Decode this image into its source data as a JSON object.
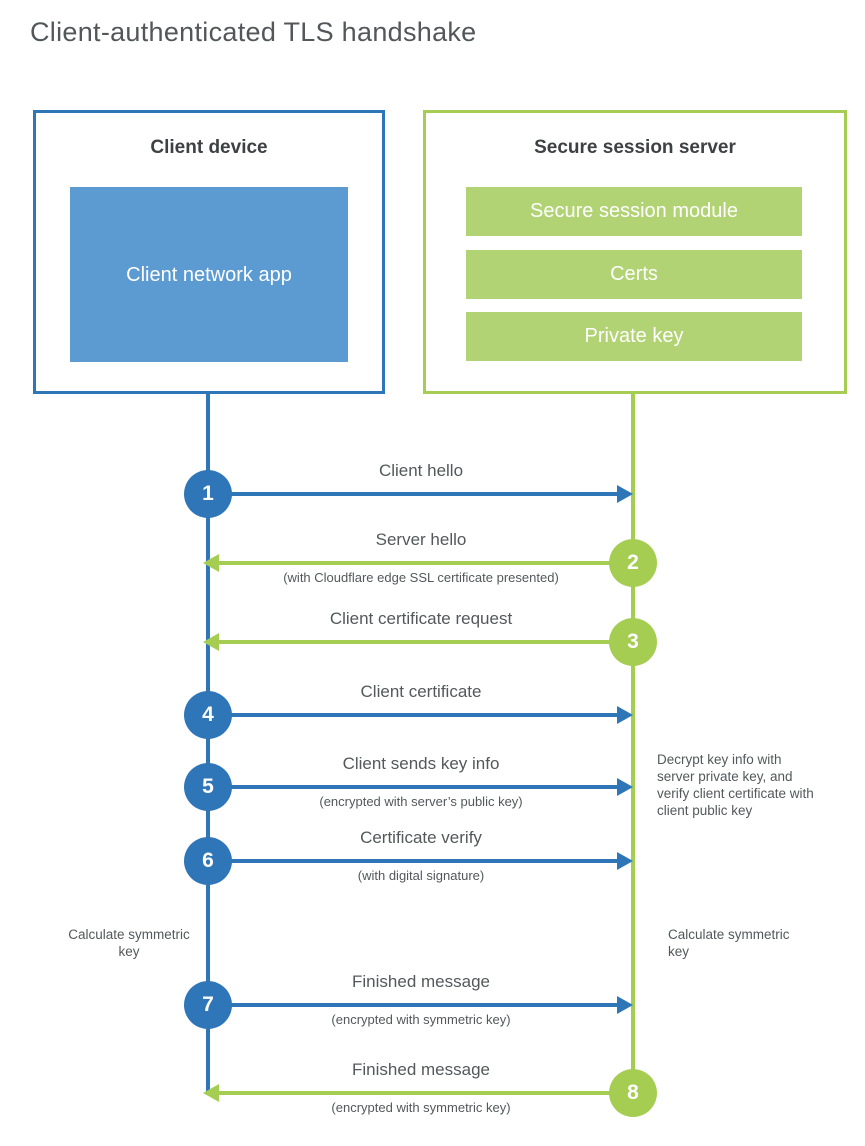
{
  "title": "Client-authenticated TLS handshake",
  "colors": {
    "blue_line": "#2f76b8",
    "blue_fill": "#5c9ad2",
    "green_line": "#a5cd52",
    "green_fill": "#b1d374",
    "heading_text": "#3e4143",
    "body_text": "#54585a"
  },
  "client_box": {
    "title": "Client device",
    "app_label": "Client network app"
  },
  "server_box": {
    "title": "Secure session server",
    "modules": [
      "Secure session module",
      "Certs",
      "Private key"
    ]
  },
  "steps": [
    {
      "num": "1",
      "direction": "right",
      "label": "Client hello",
      "sub": ""
    },
    {
      "num": "2",
      "direction": "left",
      "label": "Server hello",
      "sub": "(with Cloudflare edge SSL certificate presented)"
    },
    {
      "num": "3",
      "direction": "left",
      "label": "Client certificate request",
      "sub": ""
    },
    {
      "num": "4",
      "direction": "right",
      "label": "Client certificate",
      "sub": ""
    },
    {
      "num": "5",
      "direction": "right",
      "label": "Client sends key info",
      "sub": "(encrypted with server’s public key)"
    },
    {
      "num": "6",
      "direction": "right",
      "label": "Certificate verify",
      "sub": "(with digital signature)"
    },
    {
      "num": "7",
      "direction": "right",
      "label": "Finished message",
      "sub": "(encrypted with symmetric key)"
    },
    {
      "num": "8",
      "direction": "left",
      "label": "Finished message",
      "sub": "(encrypted with symmetric key)"
    }
  ],
  "notes": {
    "decrypt": "Decrypt key info with server private key, and verify client certificate with client public key",
    "calc_left": "Calculate symmetric key",
    "calc_right": "Calculate symmetric key"
  }
}
